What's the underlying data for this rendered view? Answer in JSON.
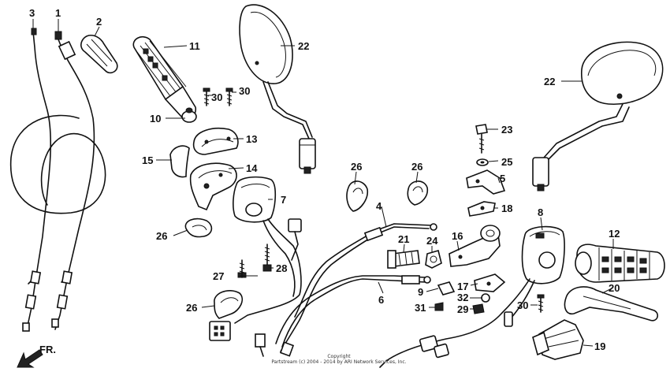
{
  "diagram": {
    "callouts": {
      "p1": "1",
      "p2": "2",
      "p3": "3",
      "p4": "4",
      "p5": "5",
      "p6": "6",
      "p7": "7",
      "p8": "8",
      "p9": "9",
      "p10": "10",
      "p11": "11",
      "p12": "12",
      "p13": "13",
      "p14": "14",
      "p15": "15",
      "p16": "16",
      "p17": "17",
      "p18": "18",
      "p19": "19",
      "p20": "20",
      "p21": "21",
      "p22a": "22",
      "p22b": "22",
      "p23": "23",
      "p24": "24",
      "p25": "25",
      "p26a": "26",
      "p26b": "26",
      "p26c": "26",
      "p26d": "26",
      "p27": "27",
      "p28": "28",
      "p29": "29",
      "p30a": "30",
      "p30b": "30",
      "p30c": "30",
      "p31": "31",
      "p32": "32"
    },
    "direction_label": "FR.",
    "copyright_line1": "Copyright",
    "copyright_line2": "Partstream (c) 2004 - 2014 by ARI Network Services, Inc."
  }
}
